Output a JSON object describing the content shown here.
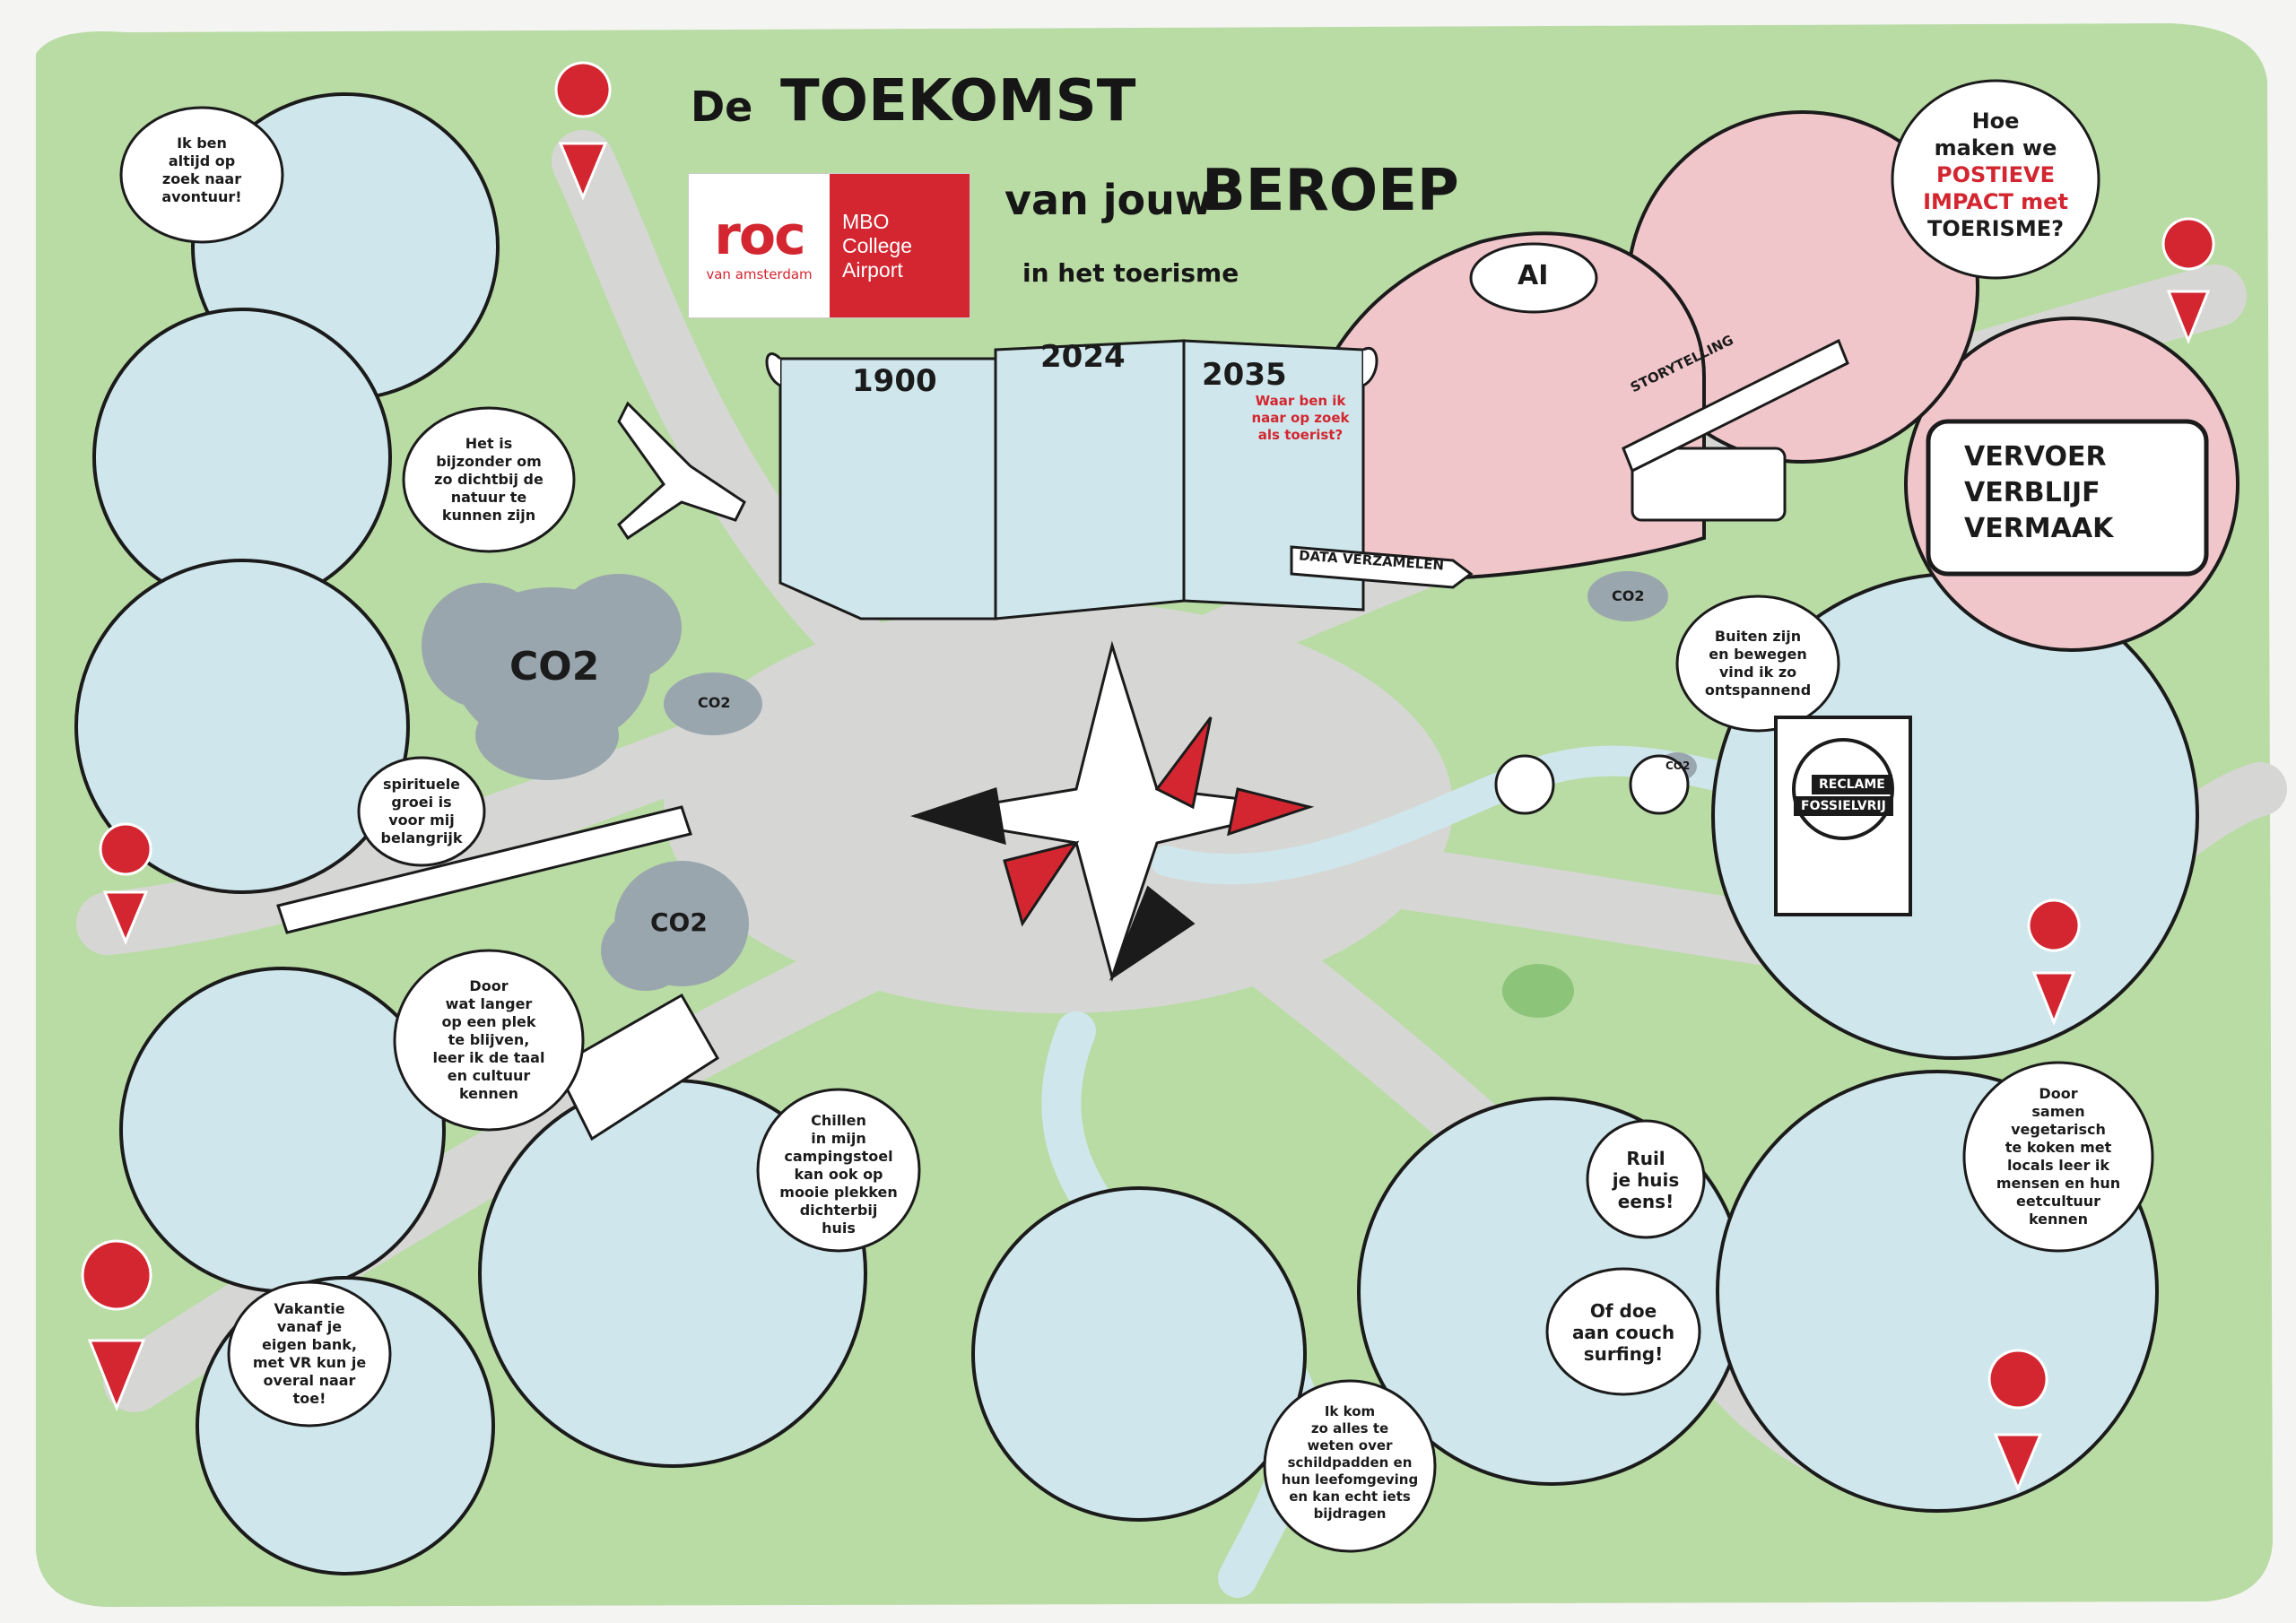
{
  "title": {
    "word_de": "De",
    "word_toekomst": "TOEKOMST",
    "word_van_jouw": "van jouw",
    "word_beroep": "BEROEP",
    "subtitle": "in het toerisme"
  },
  "logo": {
    "roc": "roc",
    "roc_sub": "van amsterdam",
    "line1": "MBO",
    "line2": "College",
    "line3": "Airport"
  },
  "timeline": {
    "y1900": "1900",
    "y2024": "2024",
    "y2035": "2035",
    "question_2035": [
      "Waar ben ik",
      "naar op zoek",
      "als toerist?"
    ]
  },
  "labels": {
    "ai": "AI",
    "storytelling": "STORYTELLING",
    "data": "DATA VERZAMELEN",
    "co2": "CO2",
    "reclame": "RECLAME",
    "fossielvrij": "FOSSIELVRIJ"
  },
  "impact_question": [
    "Hoe",
    "maken we",
    "POSTIEVE",
    "IMPACT met",
    "TOERISME?"
  ],
  "tablet": [
    "VERVOER",
    "VERBLIJF",
    "VERMAAK"
  ],
  "bubbles": {
    "avontuur": [
      "Ik ben",
      "altijd op",
      "zoek naar",
      "avontuur!"
    ],
    "natuur": [
      "Het is",
      "bijzonder om",
      "zo dichtbij de",
      "natuur te",
      "kunnen zijn"
    ],
    "spiritueel": [
      "spirituele",
      "groei is",
      "voor mij",
      "belangrijk"
    ],
    "taal": [
      "Door",
      "wat langer",
      "op een plek",
      "te blijven,",
      "leer ik de taal",
      "en cultuur",
      "kennen"
    ],
    "vr": [
      "Vakantie",
      "vanaf je",
      "eigen bank,",
      "met VR kun je",
      "overal naar",
      "toe!"
    ],
    "camping": [
      "Chillen",
      "in mijn",
      "campingstoel",
      "kan ook op",
      "mooie plekken",
      "dichterbij",
      "huis"
    ],
    "schildpad": [
      "Ik kom",
      "zo alles te",
      "weten over",
      "schildpadden en",
      "hun leefomgeving",
      "en kan echt iets",
      "bijdragen"
    ],
    "ruil": [
      "Ruil",
      "je huis",
      "eens!"
    ],
    "couch": [
      "Of doe",
      "aan couch",
      "surfing!"
    ],
    "koken": [
      "Door",
      "samen",
      "vegetarisch",
      "te koken met",
      "locals leer ik",
      "mensen en hun",
      "eetcultuur",
      "kennen"
    ],
    "buiten": [
      "Buiten zijn",
      "en bewegen",
      "vind ik zo",
      "ontspannend"
    ]
  },
  "colors": {
    "background_green": "#b9dba4",
    "road_grey": "#d6d7d5",
    "circle_blue": "#cfe7ec",
    "circle_pink": "#f1c6cb",
    "accent_red": "#d32630",
    "cloud_grey": "#9aa6ae",
    "ink": "#1b1b1b"
  }
}
